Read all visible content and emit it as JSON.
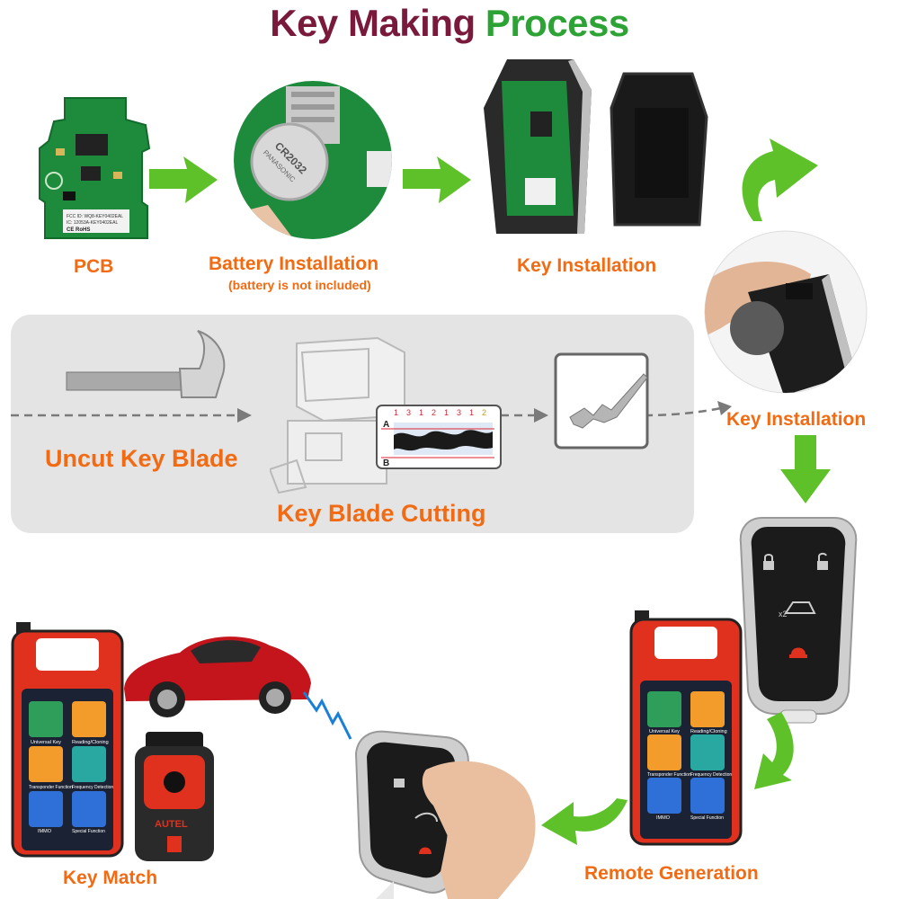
{
  "title": {
    "part1": "Key Making",
    "part2": "Process"
  },
  "colors": {
    "accent": "#f26a12",
    "green_arrow": "#5fc12a",
    "title_dark": "#7a1a3a",
    "title_green": "#2da336",
    "device_red": "#e0311f"
  },
  "steps": {
    "pcb": "PCB",
    "battery": "Battery Installation",
    "battery_note": "(battery is not included)",
    "key_install_1": "Key Installation",
    "key_install_2": "Key Installation",
    "uncut_blade": "Uncut Key Blade",
    "blade_cutting": "Key Blade Cutting",
    "remote_generation": "Remote Generation",
    "key_match": "Key Match"
  },
  "pcb_text": {
    "fcc": "FCC ID: WQ8-KEY0402EAL",
    "ic": "IC: 12053A-KEY0402EAL",
    "marks": "CE RoHS"
  },
  "battery_text": {
    "cell": "CR2032",
    "brand": "PANASONIC"
  },
  "cutting_chart": {
    "row_a": "A",
    "row_b": "B",
    "numbers": [
      "1",
      "3",
      "1",
      "2",
      "1",
      "3",
      "1",
      "2"
    ]
  },
  "device_apps": [
    {
      "label": "Universal Key",
      "icon": "key-icon"
    },
    {
      "label": "Reading/Cloning",
      "icon": "clone-icon"
    },
    {
      "label": "Transponder Function",
      "icon": "chip-icon"
    },
    {
      "label": "Frequency Detection",
      "icon": "wave-icon"
    },
    {
      "label": "IMMO",
      "icon": "immo-icon"
    },
    {
      "label": "Special Function",
      "icon": "star-icon"
    }
  ],
  "dongle_brand": "AUTEL",
  "remote_button_icons": [
    "lock-icon",
    "unlock-icon",
    "trunk-icon",
    "panic-icon"
  ],
  "remote_trunk_text": "x2"
}
